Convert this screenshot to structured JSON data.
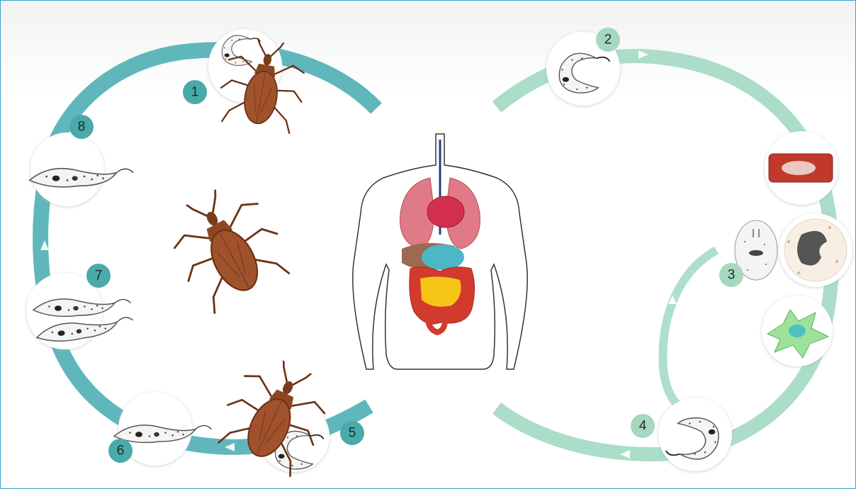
{
  "diagram": {
    "steps": [
      {
        "id": 1,
        "label": "1",
        "stage": "bug-takes-blood-meal"
      },
      {
        "id": 2,
        "label": "2",
        "stage": "metacyclic-trypomastigote"
      },
      {
        "id": 3,
        "label": "3",
        "stage": "cell-invasion"
      },
      {
        "id": 4,
        "label": "4",
        "stage": "bloodstream-trypomastigote"
      },
      {
        "id": 5,
        "label": "5",
        "stage": "bug-takes-blood-meal"
      },
      {
        "id": 6,
        "label": "6",
        "stage": "epimastigote"
      },
      {
        "id": 7,
        "label": "7",
        "stage": "epimastigote-multiplying"
      },
      {
        "id": 8,
        "label": "8",
        "stage": "metacyclic-trypomastigote-hindgut"
      }
    ],
    "colors": {
      "vector_cycle": "#56b3b8",
      "host_cycle": "#a6dbc6",
      "badge_vector": "#4aa9a9",
      "badge_host": "#a6d8c0",
      "bug_body": "#a0522d",
      "frame_border": "#3aa0c8"
    },
    "icons": [
      "triatomine-bug-icon",
      "human-torso-icon",
      "trypanosome-icon",
      "macrophage-icon",
      "muscle-cell-icon",
      "fibroblast-icon"
    ]
  }
}
